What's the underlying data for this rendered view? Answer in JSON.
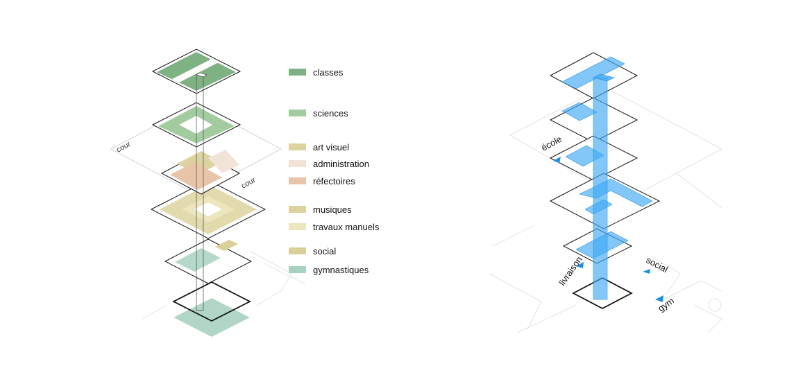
{
  "legend": {
    "items": [
      {
        "label": "classes",
        "color": "#7fb282"
      },
      {
        "label": "sciences",
        "color": "#a2cba0"
      },
      {
        "label": "art visuel",
        "color": "#dcd3a0"
      },
      {
        "label": "administration",
        "color": "#f2e3d8"
      },
      {
        "label": "réfectoires",
        "color": "#e8c4a8"
      },
      {
        "label": "musiques",
        "color": "#ddd29e"
      },
      {
        "label": "travaux manuels",
        "color": "#ece5bd"
      },
      {
        "label": "social",
        "color": "#d9cf97"
      },
      {
        "label": "gymnastiques",
        "color": "#a8d2c0"
      }
    ]
  },
  "left_diagram": {
    "labels": {
      "cour_left": "cour",
      "cour_right": "cour"
    }
  },
  "right_diagram": {
    "labels": {
      "ecole": "école",
      "livraison": "livraison",
      "social": "social",
      "gym": "gym"
    },
    "circulation_color": "#3fa9f5",
    "arrow_color": "#1a8fe3"
  }
}
